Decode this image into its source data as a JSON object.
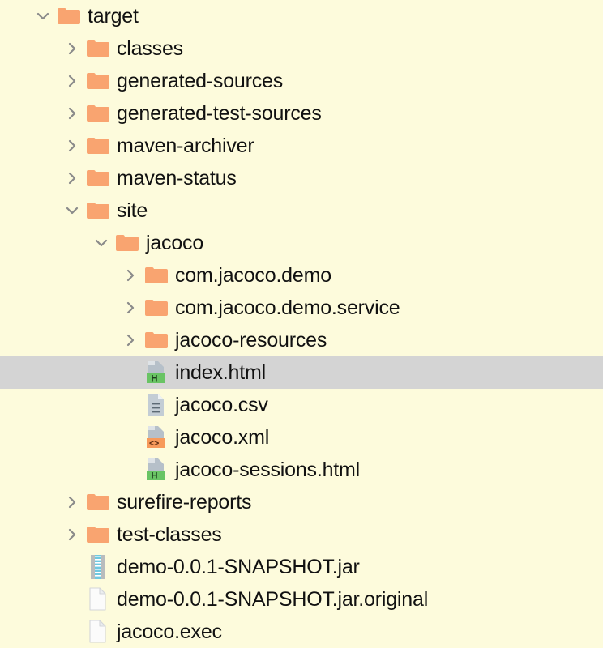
{
  "tree": {
    "background_color": "#fdfbdc",
    "selection_color": "#d4d4d4",
    "folder_color": "#f9a470",
    "chevron_color": "#8a8a8a",
    "text_color": "#111111",
    "rows": [
      {
        "label": "target",
        "depth": 0,
        "icon": "folder-icon",
        "twisty": "chevron-down-icon",
        "selected": false
      },
      {
        "label": "classes",
        "depth": 1,
        "icon": "folder-icon",
        "twisty": "chevron-right-icon",
        "selected": false
      },
      {
        "label": "generated-sources",
        "depth": 1,
        "icon": "folder-icon",
        "twisty": "chevron-right-icon",
        "selected": false
      },
      {
        "label": "generated-test-sources",
        "depth": 1,
        "icon": "folder-icon",
        "twisty": "chevron-right-icon",
        "selected": false
      },
      {
        "label": "maven-archiver",
        "depth": 1,
        "icon": "folder-icon",
        "twisty": "chevron-right-icon",
        "selected": false
      },
      {
        "label": "maven-status",
        "depth": 1,
        "icon": "folder-icon",
        "twisty": "chevron-right-icon",
        "selected": false
      },
      {
        "label": "site",
        "depth": 1,
        "icon": "folder-icon",
        "twisty": "chevron-down-icon",
        "selected": false
      },
      {
        "label": "jacoco",
        "depth": 2,
        "icon": "folder-icon",
        "twisty": "chevron-down-icon",
        "selected": false
      },
      {
        "label": "com.jacoco.demo",
        "depth": 3,
        "icon": "folder-icon",
        "twisty": "chevron-right-icon",
        "selected": false
      },
      {
        "label": "com.jacoco.demo.service",
        "depth": 3,
        "icon": "folder-icon",
        "twisty": "chevron-right-icon",
        "selected": false
      },
      {
        "label": "jacoco-resources",
        "depth": 3,
        "icon": "folder-icon",
        "twisty": "chevron-right-icon",
        "selected": false
      },
      {
        "label": "index.html",
        "depth": 3,
        "icon": "html-file-icon",
        "twisty": "none",
        "selected": true
      },
      {
        "label": "jacoco.csv",
        "depth": 3,
        "icon": "csv-file-icon",
        "twisty": "none",
        "selected": false
      },
      {
        "label": "jacoco.xml",
        "depth": 3,
        "icon": "xml-file-icon",
        "twisty": "none",
        "selected": false
      },
      {
        "label": "jacoco-sessions.html",
        "depth": 3,
        "icon": "html-file-icon",
        "twisty": "none",
        "selected": false
      },
      {
        "label": "surefire-reports",
        "depth": 1,
        "icon": "folder-icon",
        "twisty": "chevron-right-icon",
        "selected": false
      },
      {
        "label": "test-classes",
        "depth": 1,
        "icon": "folder-icon",
        "twisty": "chevron-right-icon",
        "selected": false
      },
      {
        "label": "demo-0.0.1-SNAPSHOT.jar",
        "depth": 1,
        "icon": "archive-file-icon",
        "twisty": "none",
        "selected": false
      },
      {
        "label": "demo-0.0.1-SNAPSHOT.jar.original",
        "depth": 1,
        "icon": "blank-file-icon",
        "twisty": "none",
        "selected": false
      },
      {
        "label": "jacoco.exec",
        "depth": 1,
        "icon": "blank-file-icon",
        "twisty": "none",
        "selected": false
      }
    ]
  }
}
